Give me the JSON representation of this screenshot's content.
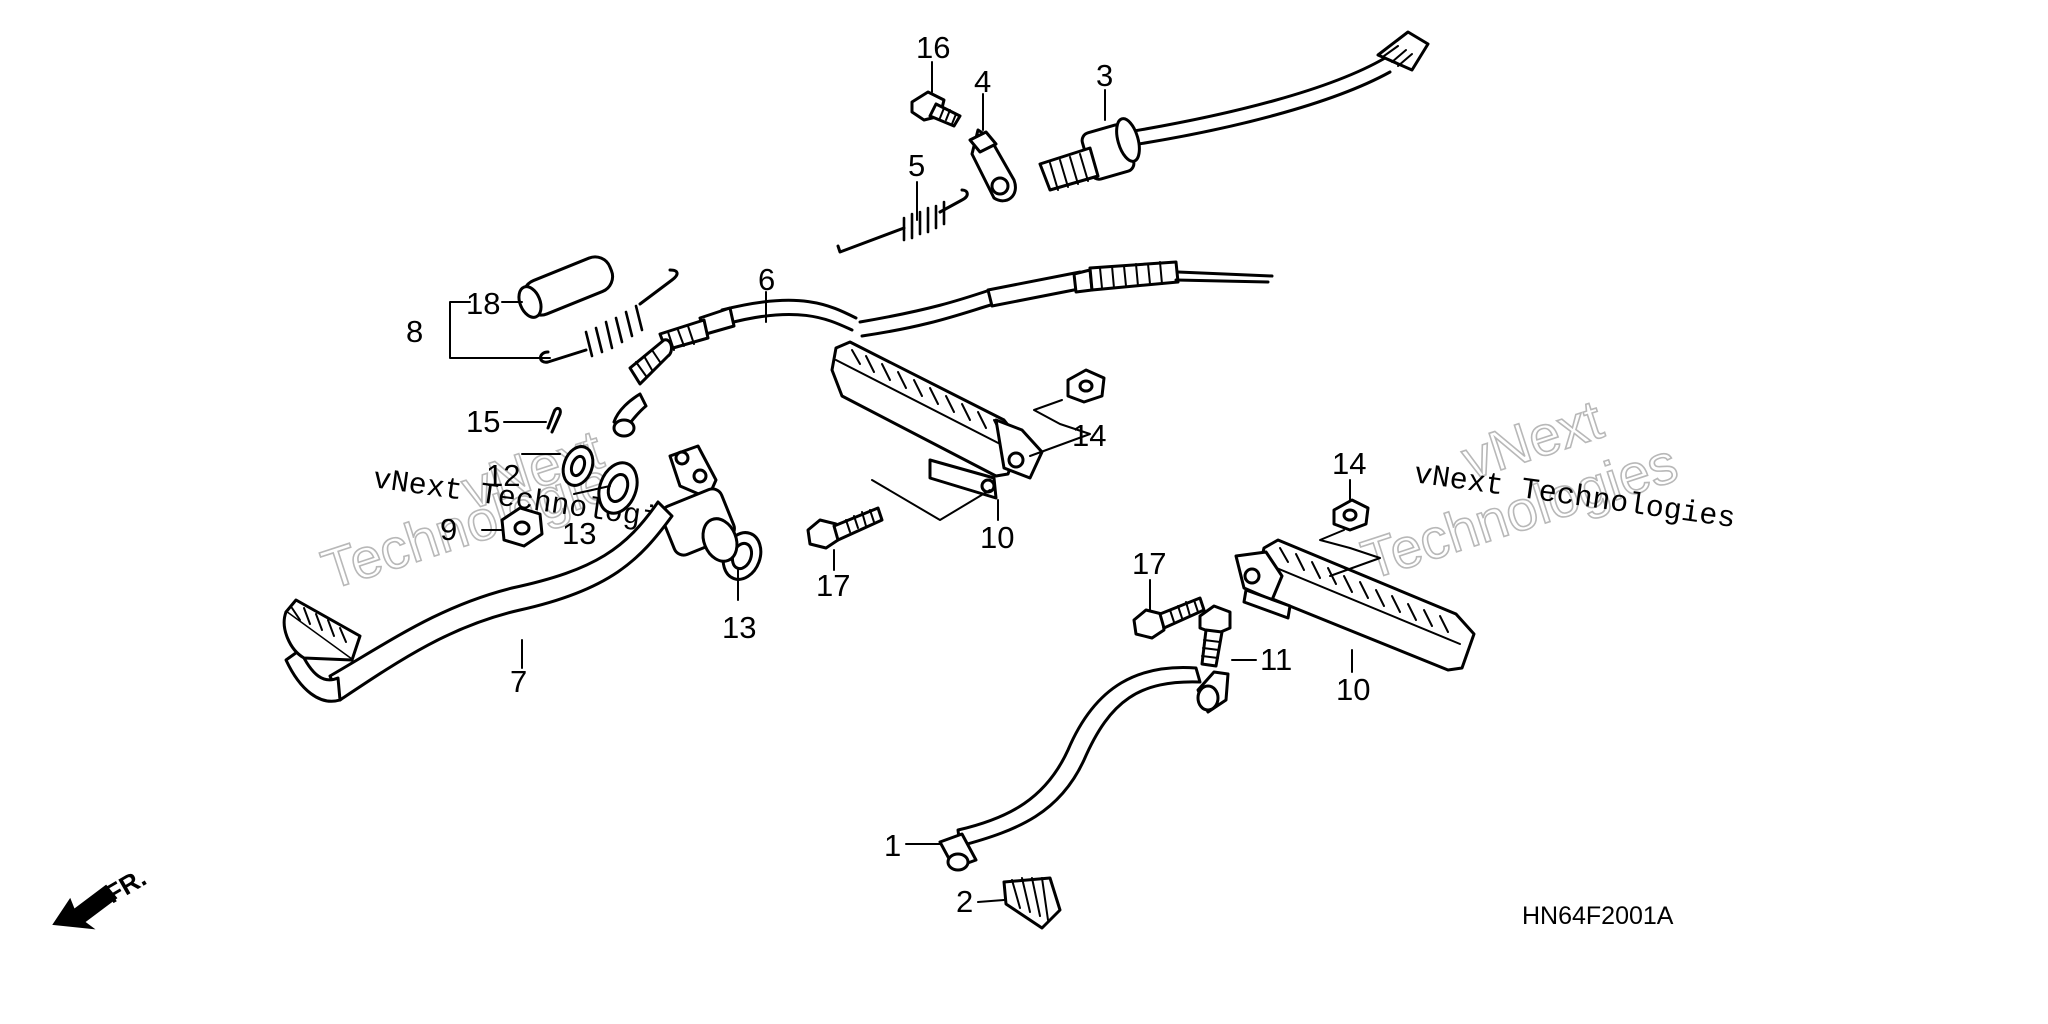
{
  "diagram": {
    "callouts": [
      "1",
      "2",
      "3",
      "4",
      "5",
      "6",
      "7",
      "8",
      "9",
      "10",
      "10",
      "11",
      "12",
      "13",
      "13",
      "14",
      "14",
      "15",
      "16",
      "17",
      "17",
      "18"
    ],
    "drawing_code": "HN64F2001A",
    "direction_label": "FR.",
    "watermark": {
      "brand": "vNext Technologies",
      "outline_top": "vNext",
      "outline_bottom": "Technologies"
    }
  }
}
